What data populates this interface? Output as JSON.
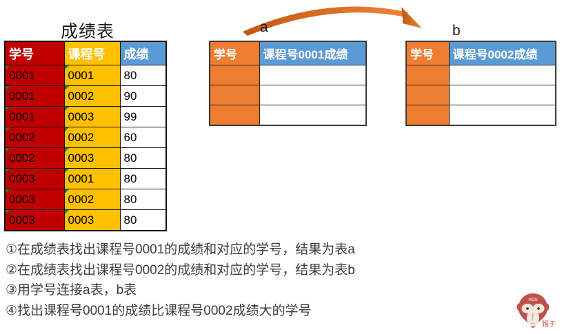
{
  "colors": {
    "header_red": "#C00000",
    "header_yellow": "#FFC000",
    "header_blue": "#5B9BD5",
    "orange": "#ED7D31",
    "triangle_green": "#2E7D32",
    "arrow_dark": "#C05A11",
    "arrow_light": "#F0833A",
    "note_text": "#3D3D3D",
    "logo_red": "#C0504D"
  },
  "score_table": {
    "title": "成绩表",
    "headers": [
      "学号",
      "课程号",
      "成绩"
    ],
    "rows": [
      [
        "0001",
        "0001",
        "80"
      ],
      [
        "0001",
        "0002",
        "90"
      ],
      [
        "0001",
        "0003",
        "99"
      ],
      [
        "0002",
        "0002",
        "60"
      ],
      [
        "0002",
        "0003",
        "80"
      ],
      [
        "0003",
        "0001",
        "80"
      ],
      [
        "0003",
        "0002",
        "80"
      ],
      [
        "0003",
        "0003",
        "80"
      ]
    ]
  },
  "table_a": {
    "label": "a",
    "headers": [
      "学号",
      "课程号0001成绩"
    ],
    "empty_row_count": 3
  },
  "table_b": {
    "label": "b",
    "headers": [
      "学号",
      "课程号0002成绩"
    ],
    "empty_row_count": 3
  },
  "notes": [
    "①在成绩表找出课程号0001的成绩和对应的学号，结果为表a",
    "②在成绩表找出课程号0002的成绩和对应的学号，结果为表b",
    "③用学号连接a表，b表",
    "④找出课程号0001的成绩比课程号0002成绩大的学号"
  ],
  "logo": {
    "forehead_text": "HOU",
    "label": "猴子"
  }
}
